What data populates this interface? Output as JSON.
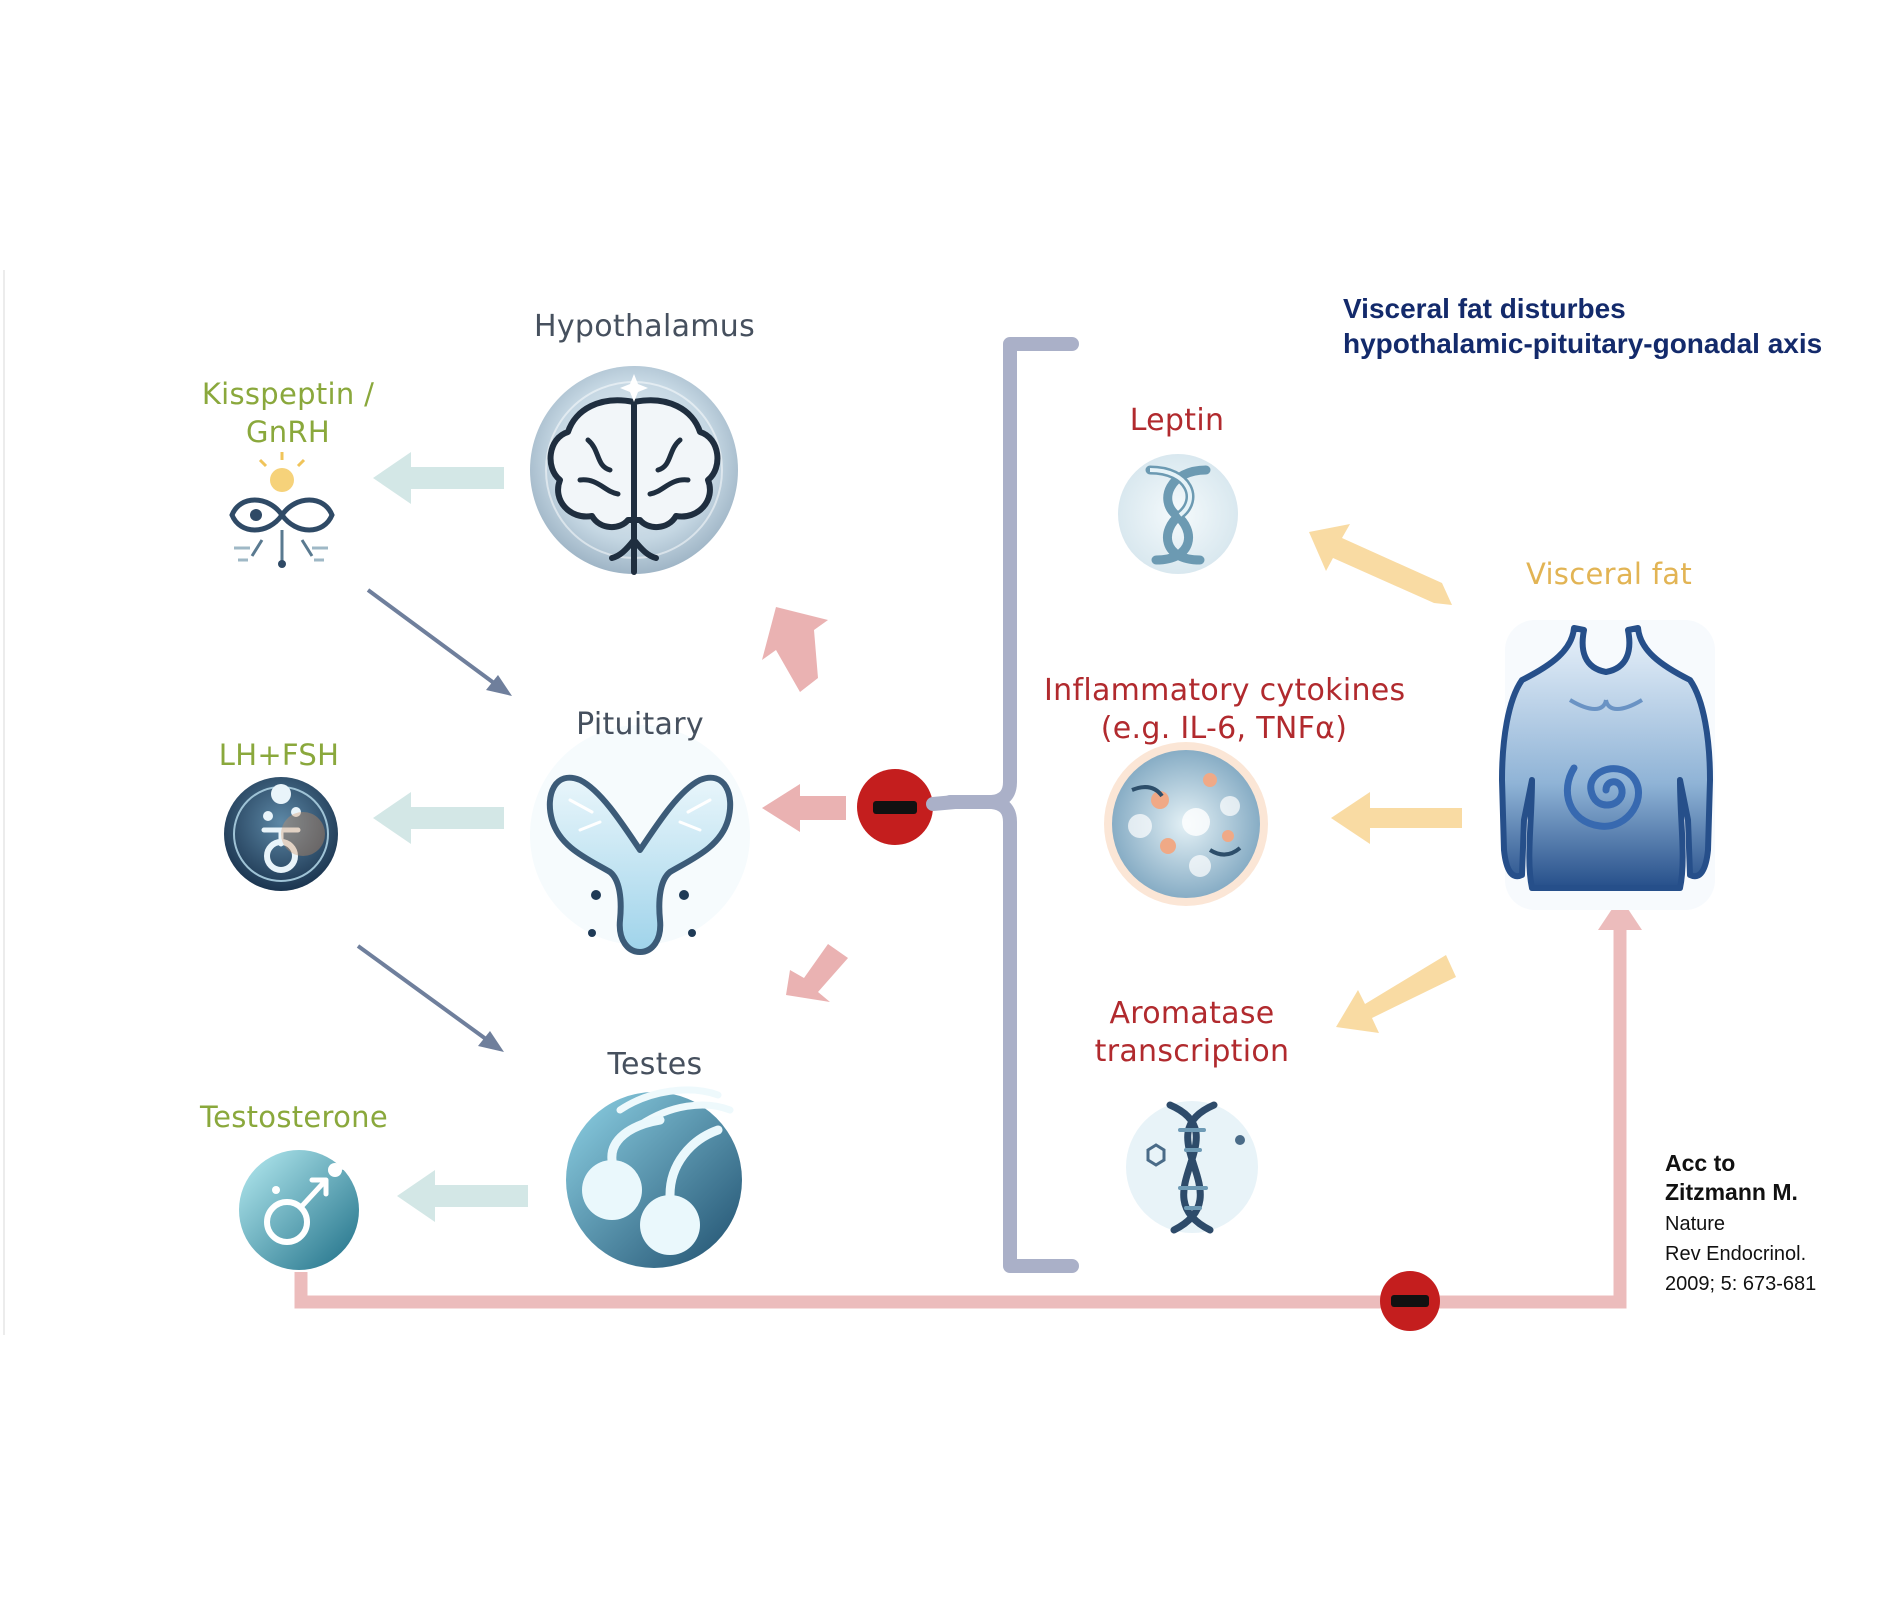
{
  "title": {
    "line1": "Visceral fat disturbes",
    "line2": "hypothalamic-pituitary-gonadal axis"
  },
  "nodes": {
    "hypothalamus": "Hypothalamus",
    "pituitary": "Pituitary",
    "testes": "Testes",
    "kisspeptin_line1": "Kisspeptin /",
    "kisspeptin_line2": "GnRH",
    "lh_fsh": "LH+FSH",
    "testosterone": "Testosterone",
    "leptin": "Leptin",
    "cytokines_line1": "Inflammatory cytokines",
    "cytokines_line2": "(e.g. IL-6, TNFα)",
    "aromatase_line1": "Aromatase",
    "aromatase_line2": "transcription",
    "visceral_fat": "Visceral fat"
  },
  "reference": {
    "line1": "Acc to",
    "line2": "Zitzmann M.",
    "line3": "Nature",
    "line4": "Rev Endocrinol.",
    "line5": "2009; 5: 673-681"
  },
  "colors": {
    "hormone_label": "#8aa83c",
    "organ_label": "#46505e",
    "fat_factor_label": "#b12a2e",
    "visceral_fat_label": "#e2b454",
    "title": "#132a6b",
    "inhibition_symbol": "#c41e1e",
    "feedback_line": "#ecbcbc",
    "secretion_arrow": "#d3e7e6",
    "stimulation_arrow": "#6f7f9c",
    "fat_arrow": "#f9dba3",
    "bracket": "#aab0c8"
  },
  "icons": {
    "hypothalamus": "brain-icon",
    "pituitary": "pituitary-gland-icon",
    "testes": "testes-icon",
    "kisspeptin": "molecular-network-icon",
    "lh_fsh": "hormone-molecule-icon",
    "testosterone": "male-symbol-molecule-icon",
    "leptin": "leptin-ribbon-icon",
    "cytokines": "cell-cluster-icon",
    "aromatase": "dna-helix-icon",
    "visceral_fat": "torso-belly-icon"
  }
}
